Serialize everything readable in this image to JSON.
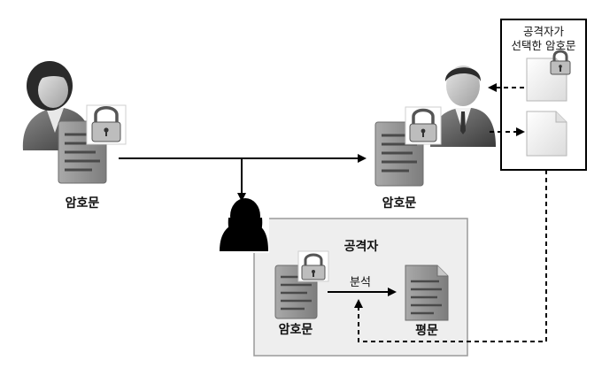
{
  "labels": {
    "sender_doc": "암호문",
    "receiver_doc": "암호문",
    "attacker_title": "공격자",
    "attacker_doc": "암호문",
    "analysis": "분석",
    "plaintext": "평문",
    "chosen_line1": "공격자가",
    "chosen_line2": "선택한 암호문"
  },
  "icons": {
    "sender": "woman-user-icon",
    "receiver": "man-user-icon",
    "attacker": "attacker-silhouette-icon",
    "lock": "padlock-icon",
    "document": "document-icon"
  },
  "colors": {
    "panel_fill": "#eeeeee",
    "panel_stroke": "#9a9a9a",
    "doc_fill": "#8c8c8c",
    "line": "#000000"
  }
}
